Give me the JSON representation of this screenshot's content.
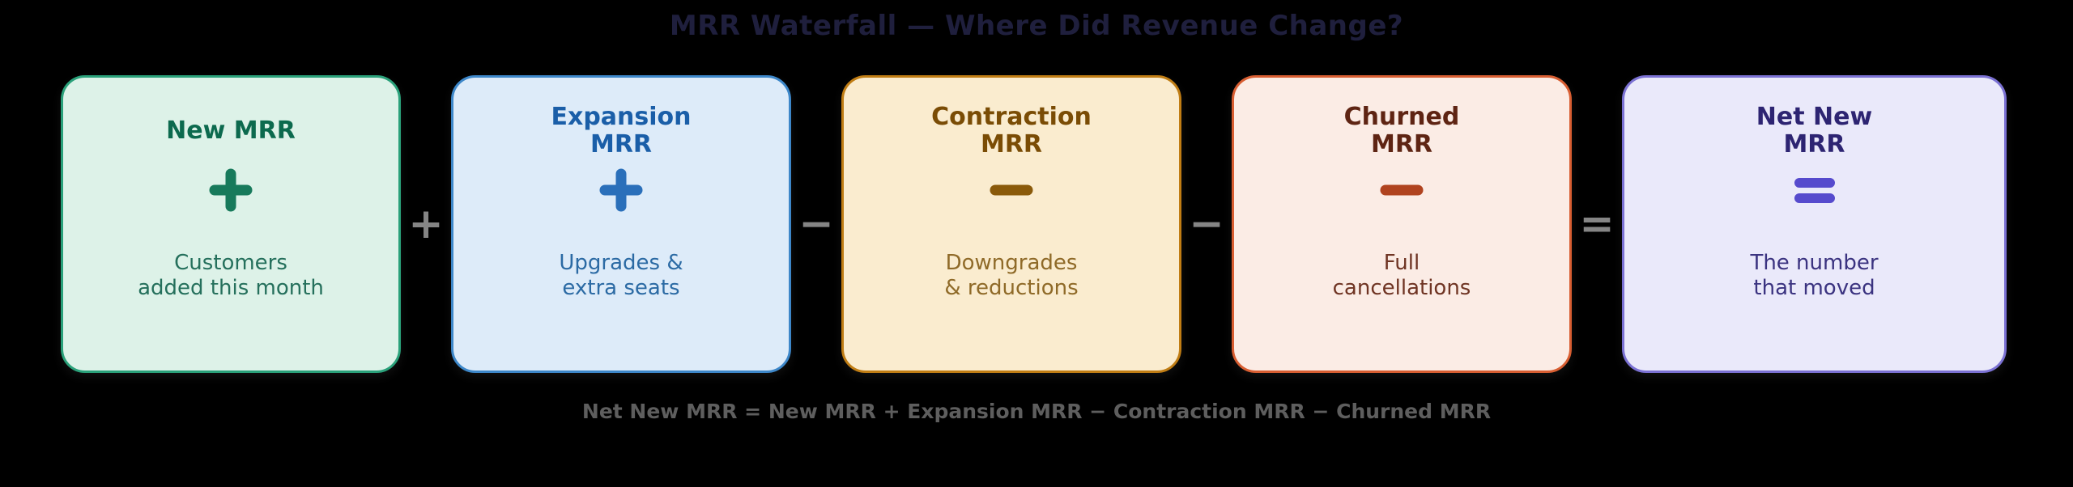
{
  "page": {
    "background": "#000000",
    "title": "MRR Waterfall — Where Did Revenue Change?",
    "title_color": "#1f1f3d",
    "formula": "Net New MRR = New MRR + Expansion MRR − Contraction MRR − Churned MRR",
    "formula_color": "#5e5e5e",
    "operator_color": "#858585"
  },
  "operators": [
    {
      "name": "plus",
      "symbol": "+"
    },
    {
      "name": "minus",
      "symbol": "−"
    },
    {
      "name": "minus",
      "symbol": "−"
    },
    {
      "name": "equals",
      "symbol": "="
    }
  ],
  "cards": [
    {
      "title_line1": "New MRR",
      "title_line2": "",
      "icon": "plus-icon",
      "desc_line1": "Customers",
      "desc_line2": "added this month",
      "colors": {
        "bg": "#ddf2e8",
        "border": "#2aa17a",
        "title": "#0c6a4e",
        "icon": "#177a5b",
        "text": "#25705c"
      }
    },
    {
      "title_line1": "Expansion",
      "title_line2": "MRR",
      "icon": "plus-icon",
      "desc_line1": "Upgrades &",
      "desc_line2": "extra seats",
      "colors": {
        "bg": "#ddebf9",
        "border": "#3d87c9",
        "title": "#1a5ea8",
        "icon": "#2a6fba",
        "text": "#2b6aa4"
      }
    },
    {
      "title_line1": "Contraction",
      "title_line2": "MRR",
      "icon": "minus-icon",
      "desc_line1": "Downgrades",
      "desc_line2": "& reductions",
      "colors": {
        "bg": "#faeccf",
        "border": "#c07d14",
        "title": "#7a4c05",
        "icon": "#8a5a0a",
        "text": "#8f6a28"
      }
    },
    {
      "title_line1": "Churned",
      "title_line2": "MRR",
      "icon": "minus-icon",
      "desc_line1": "Full",
      "desc_line2": "cancellations",
      "colors": {
        "bg": "#fbece5",
        "border": "#d85e32",
        "title": "#5e2413",
        "icon": "#b0431f",
        "text": "#6f3423"
      }
    },
    {
      "title_line1": "Net New",
      "title_line2": "MRR",
      "icon": "equals-icon",
      "desc_line1": "The number",
      "desc_line2": "that moved",
      "colors": {
        "bg": "#eae9fa",
        "border": "#7b71d3",
        "title": "#2d2472",
        "icon": "#564acd",
        "text": "#3b3380"
      }
    }
  ]
}
